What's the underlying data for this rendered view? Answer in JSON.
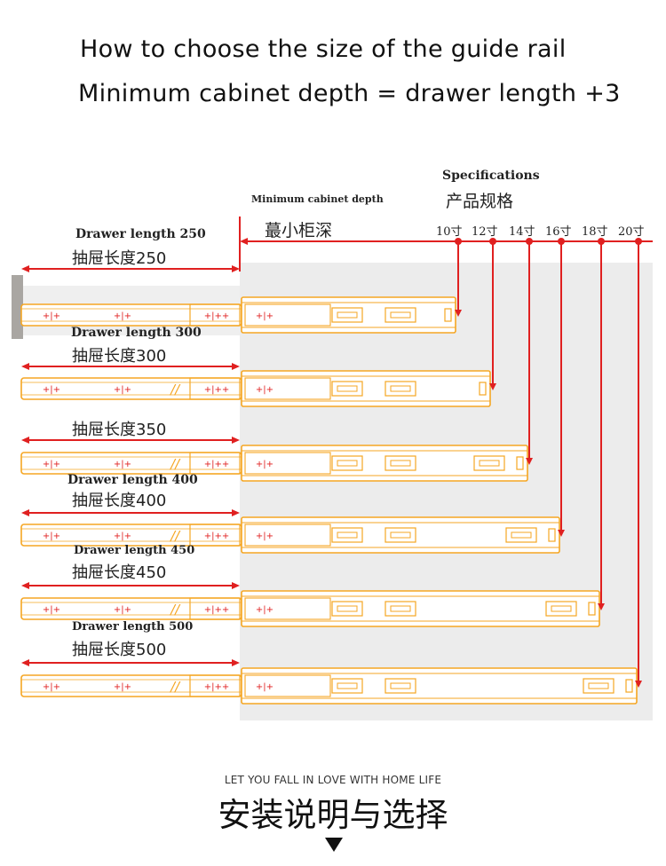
{
  "header": {
    "title_line1": "How to choose the size of the guide rail",
    "title_line2": "Minimum cabinet depth = drawer length +3"
  },
  "specs": {
    "label_en": "Specifications",
    "label_cn": "产品规格",
    "sizes": [
      "10寸",
      "12寸",
      "14寸",
      "16寸",
      "18寸",
      "20寸"
    ]
  },
  "cabinet": {
    "label_en": "Minimum cabinet depth",
    "label_cn": "蕞小柜深"
  },
  "rows": [
    {
      "label_en": "Drawer length 250",
      "label_cn": "抽屉长度250",
      "size": "10寸"
    },
    {
      "label_en": "Drawer length 300",
      "label_cn": "抽屉长度300",
      "size": "12寸"
    },
    {
      "label_en": "",
      "label_cn": "抽屉长度350",
      "size": "14寸"
    },
    {
      "label_en": "Drawer length 400",
      "label_cn": "抽屉长度400",
      "size": "16寸"
    },
    {
      "label_en": "Drawer length 450",
      "label_cn": "抽屉长度450",
      "size": "18寸"
    },
    {
      "label_en": "Drawer length 500",
      "label_cn": "抽屉长度500",
      "size": "20寸"
    }
  ],
  "footer": {
    "tagline": "LET YOU FALL IN LOVE WITH HOME LIFE",
    "heading": "安装说明与选择"
  },
  "colors": {
    "rail": "#f5a623",
    "arrow": "#e02020",
    "cabinet_bg": "#ececec",
    "wall": "#a9a6a2"
  }
}
